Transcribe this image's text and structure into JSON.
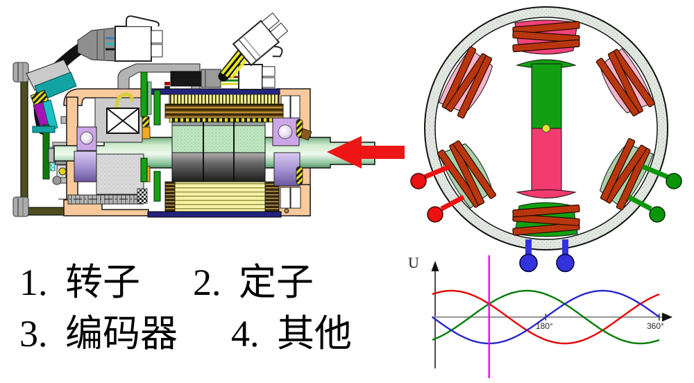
{
  "quiz": {
    "items": [
      {
        "num": "1.",
        "label": "转子"
      },
      {
        "num": "2.",
        "label": "定子"
      },
      {
        "num": "3.",
        "label": "编码器"
      },
      {
        "num": "4.",
        "label": "其他"
      }
    ]
  },
  "cross_section": {
    "ring_color": "#e3e8e2",
    "coil_color": "#c33b10",
    "pole_colors": {
      "top": "#f2437a",
      "bottom": "#12a012",
      "upper_sides": "#f8b4cb",
      "lower_sides": "#accfac"
    },
    "rotor_top_color": "#12a012",
    "rotor_bottom_color": "#f23b6e",
    "terminal_colors": {
      "red": "#ee1111",
      "green": "#089608",
      "blue": "#3333dd"
    }
  },
  "cutaway": {
    "arrow_color": "#ee1515",
    "housing_color": "#f7c99c"
  },
  "chart_data": {
    "type": "line",
    "ylabel": "U",
    "x_unit": "deg",
    "x_range": [
      0,
      360
    ],
    "x_ticks_deg": [
      180,
      360
    ],
    "x_tick_labels": [
      "180°",
      "360°"
    ],
    "amplitude": 1,
    "series": [
      {
        "name": "phase-a",
        "color": "#e60000",
        "phase_deg": 60
      },
      {
        "name": "phase-b",
        "color": "#007d00",
        "phase_deg": -60
      },
      {
        "name": "phase-c",
        "color": "#2626cc",
        "phase_deg": 180
      }
    ],
    "cursor": {
      "x_deg": 90,
      "color": "#ff00ff"
    },
    "axis_color": "#999999",
    "grid": false,
    "legend": "none"
  }
}
